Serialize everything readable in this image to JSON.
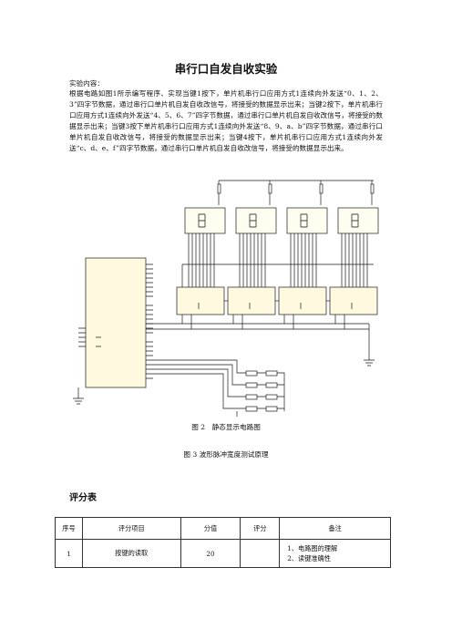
{
  "document": {
    "title": "串行口自发自收实验",
    "section_label": "实验内容：",
    "body": "根据电路如图1所示编写程序、实现当键1按下，单片机串行口应用方式1连续向外发送“0、1、2、3”四字节数据，通过串行口单片机自发自收改信号，将接受的数据显示出来；当键2按下，单片机串行口应用方式1连续向外发送“4、5、6、7”四字节数据，通过串行口单片机自发自收改信号，将接受的数据显示出来；当键3按下单片机串行口应用方式1连续向外发送“8、9、a、b”四字节数据，通过串行口单片机自发自收改信号，将接受的数据显示出来；当键4按下，单片机串行口应用方式1连续向外发送“c、d、e、f”四字节数据，通过串行口单片机自发自收改信号，将接受的数据显示出来。",
    "figure_caption": "图 2　静态显示电路图",
    "figure_caption_2": "图 3  波形脉冲宽度测试原理"
  },
  "grading": {
    "title": "评分表",
    "headers": [
      "序号",
      "评分项目",
      "分值",
      "评分",
      "备注"
    ],
    "rows": [
      {
        "no": "1",
        "item": "按键的读取",
        "score": "20",
        "grade": "",
        "notes": [
          "1、电路图的理解",
          "2、读键准确性"
        ]
      }
    ]
  },
  "diagram": {
    "display_count": 4,
    "register_count": 4,
    "key_count": 4,
    "led_segment_glyph": "8",
    "colors": {
      "wire": "#1a1a1a",
      "chip": "#fff9e0",
      "display": "#fffdf0",
      "segment": "#444"
    }
  }
}
